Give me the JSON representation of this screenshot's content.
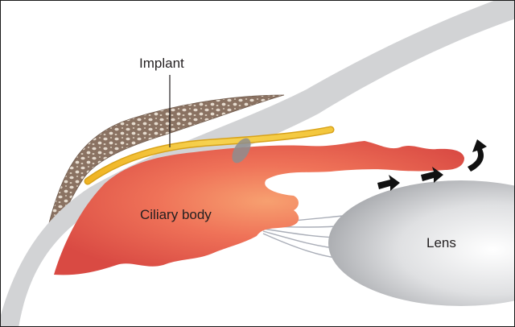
{
  "labels": {
    "implant": "Implant",
    "ciliary_body": "Ciliary body",
    "lens": "Lens"
  },
  "colors": {
    "sclera": "#d2d3d5",
    "bone": "#8b7565",
    "implant": "#f3c63c",
    "ciliary_body": "#e8604f",
    "lens": "#c7c8cb",
    "zonules": "#aaaeb8",
    "arrows": "#111111"
  }
}
